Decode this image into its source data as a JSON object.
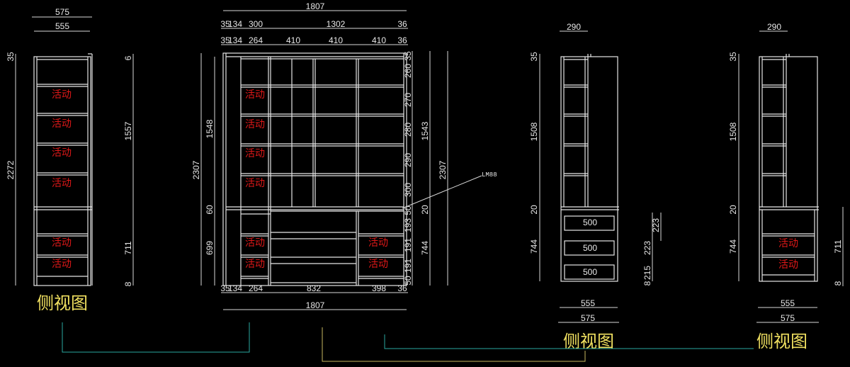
{
  "colors": {
    "background": "#000000",
    "lines": "#e6e6e6",
    "label": "#e01818",
    "title": "#f0e060",
    "leader_cyan": "#2aa8a0",
    "leader_yellow": "#c8b860"
  },
  "side_left": {
    "title": "侧视图",
    "top": [
      "575",
      "555"
    ],
    "left": [
      "35",
      "2272"
    ],
    "right": [
      "6",
      "1557",
      "711",
      "8"
    ],
    "labels": [
      "活动",
      "活动",
      "活动",
      "活动",
      "活动",
      "活动"
    ]
  },
  "front": {
    "top_total": "1807",
    "top_row1": [
      "35",
      "134",
      "300",
      "1302",
      "36"
    ],
    "top_row2": [
      "35",
      "134",
      "264",
      "410",
      "410",
      "410",
      "36"
    ],
    "left": [
      "2307",
      "1548",
      "60",
      "699"
    ],
    "right_inner": [
      "35",
      "260",
      "270",
      "280",
      "290",
      "300",
      "50",
      "193",
      "191",
      "191",
      "50"
    ],
    "right_mid": [
      "1543",
      "20",
      "744"
    ],
    "right_outer": "2307",
    "bottom_row": [
      "35",
      "134",
      "264",
      "832",
      "398",
      "36"
    ],
    "bottom_total": "1807",
    "labels": [
      "活动",
      "活动",
      "活动",
      "活动",
      "活动",
      "活动",
      "活动",
      "活动"
    ],
    "leader": "LM88"
  },
  "side_mid": {
    "title": "侧视图",
    "top": "290",
    "left": [
      "35",
      "1508",
      "20",
      "744"
    ],
    "drawers": [
      "500",
      "500",
      "500"
    ],
    "right": [
      "223",
      "223",
      "215",
      "8"
    ],
    "bottom": [
      "555",
      "575"
    ]
  },
  "side_right": {
    "title": "侧视图",
    "top": "290",
    "left": [
      "35",
      "1508",
      "20",
      "744"
    ],
    "right": [
      "711",
      "8"
    ],
    "labels": [
      "活动",
      "活动"
    ],
    "bottom": [
      "555",
      "575"
    ]
  }
}
